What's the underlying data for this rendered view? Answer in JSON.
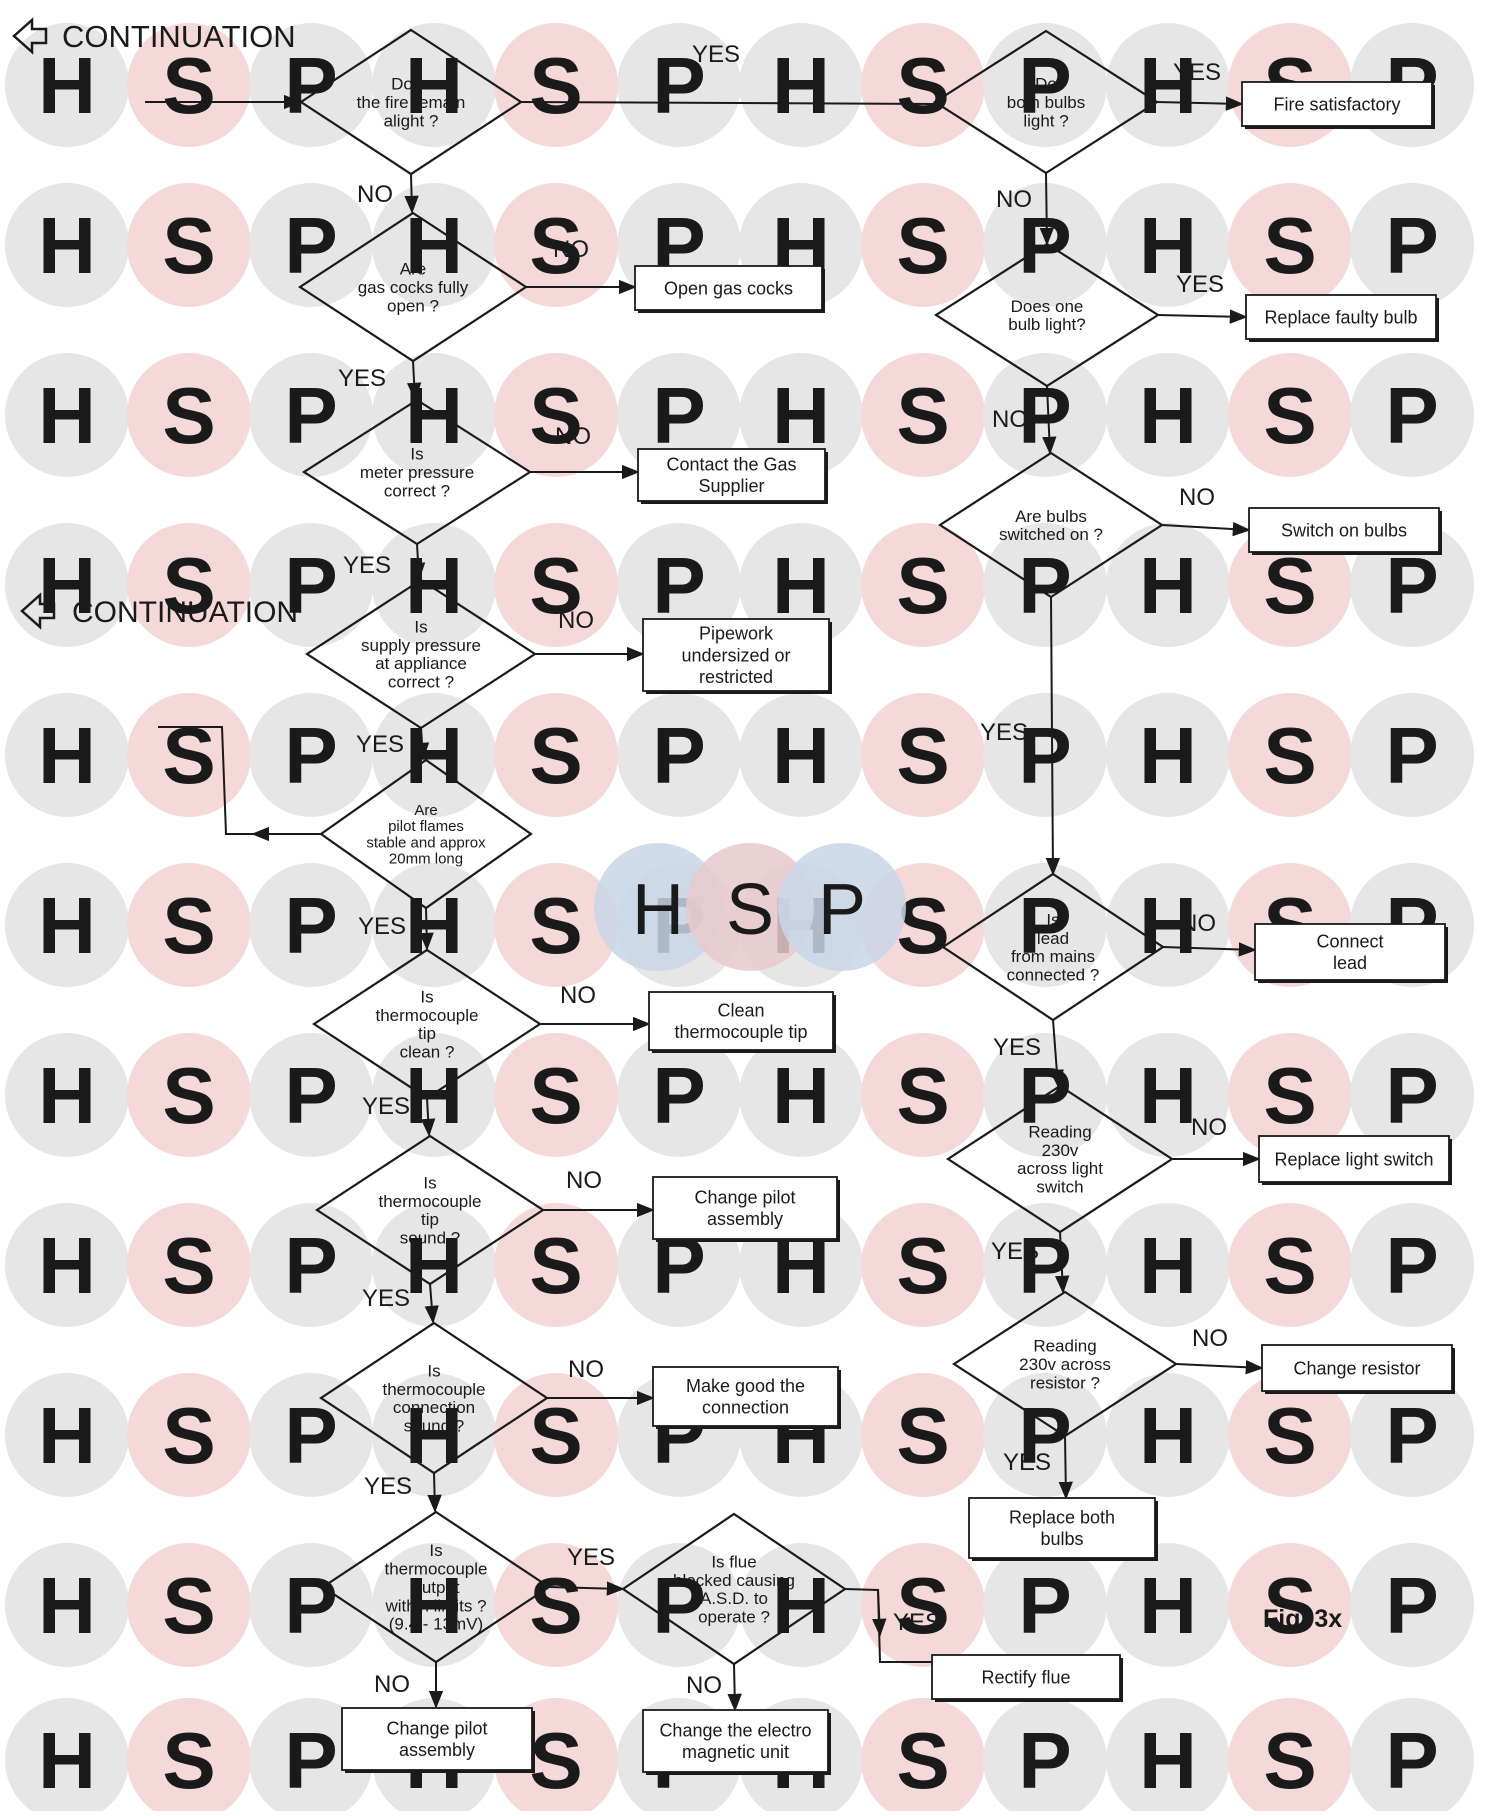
{
  "colors": {
    "ink": "#1a1a1a",
    "paper": "#ffffff",
    "watermark_grey": "#e6e6e6",
    "watermark_pink": "#f5d8d8",
    "watermark_text": "#ffffff",
    "logo_blue": "#c9d6e8",
    "logo_pink": "#e8c9cc"
  },
  "watermark": {
    "letters": [
      "H",
      "S",
      "P"
    ]
  },
  "continuation_labels": [
    "CONTINUATION",
    "CONTINUATION"
  ],
  "figure_label": "Fig. 3x",
  "page_footer": "",
  "nodes": {
    "d_fire": [
      "Does",
      "the fire remain",
      "alight ?"
    ],
    "d_gas": [
      "Are",
      "gas cocks  fully",
      "open ?"
    ],
    "d_meter": [
      "Is",
      "meter pressure",
      "correct  ?"
    ],
    "d_supply": [
      "Is",
      "supply pressure",
      "at appliance",
      "correct  ?"
    ],
    "d_pilot": [
      "Are",
      "pilot flames",
      "stable and approx",
      "20mm long"
    ],
    "d_tipclean": [
      "Is",
      "thermocouple",
      "tip",
      "clean ?"
    ],
    "d_tipsound": [
      "Is",
      "thermocouple",
      "tip",
      "sound ?"
    ],
    "d_conn": [
      "Is",
      "thermocouple",
      "connection",
      "sound ?"
    ],
    "d_output": [
      "Is",
      "thermocouple",
      "output",
      "within limits ?",
      "(9.4 - 13mV)"
    ],
    "d_flue": [
      "Is flue",
      "blocked causing",
      "A.S.D. to",
      "operate ?"
    ],
    "d_both": [
      "Do",
      "both bulbs",
      "light ?"
    ],
    "d_one": [
      "Does one",
      "bulb light?"
    ],
    "d_switched": [
      "Are bulbs",
      "switched on ?"
    ],
    "d_lead": [
      "Is",
      "lead",
      "from mains",
      "connected ?"
    ],
    "d_switch230": [
      "Reading",
      "230v",
      "across light",
      "switch"
    ],
    "d_resistor230": [
      "Reading",
      "230v across",
      "resistor ?"
    ],
    "b_opengas": [
      "Open gas cocks"
    ],
    "b_contactgas": [
      "Contact the Gas",
      "Supplier"
    ],
    "b_pipework": [
      "Pipework",
      "undersized or",
      "restricted"
    ],
    "b_cleantip": [
      "Clean",
      "thermocouple tip"
    ],
    "b_changepilot1": [
      "Change pilot",
      "assembly"
    ],
    "b_makegood": [
      "Make good the",
      "connection"
    ],
    "b_changepilot2": [
      "Change pilot",
      "assembly"
    ],
    "b_electro": [
      "Change the electro",
      "magnetic unit"
    ],
    "b_rectify": [
      "Rectify flue"
    ],
    "b_firesat": [
      "Fire satisfactory"
    ],
    "b_replacebulb": [
      "Replace faulty bulb"
    ],
    "b_switchon": [
      "Switch on bulbs"
    ],
    "b_connectlead": [
      "Connect",
      "lead"
    ],
    "b_replaceswitch": [
      "Replace light switch"
    ],
    "b_changeresistor": [
      "Change resistor"
    ],
    "b_replaceboth": [
      "Replace both",
      "bulbs"
    ]
  },
  "edge_labels": {
    "fire_yes": "YES",
    "fire_no": "NO",
    "gas_no": "NO",
    "gas_yes": "YES",
    "meter_no": "NO",
    "meter_yes": "YES",
    "supply_no": "NO",
    "supply_yes": "YES",
    "pilot_yes": "YES",
    "tipclean_no": "NO",
    "tipclean_yes": "YES",
    "tipsound_no": "NO",
    "tipsound_yes": "YES",
    "conn_no": "NO",
    "conn_yes": "YES",
    "output_yes": "YES",
    "output_no": "NO",
    "flue_yes": "YES",
    "flue_no": "NO",
    "both_yes": "YES",
    "both_no": "NO",
    "one_yes": "YES",
    "one_no": "NO",
    "switched_no": "NO",
    "switched_yes": "YES",
    "lead_no": "NO",
    "lead_yes": "YES",
    "switch230_no": "NO",
    "switch230_yes": "YES",
    "resistor230_no": "NO",
    "resistor230_yes": "YES"
  }
}
